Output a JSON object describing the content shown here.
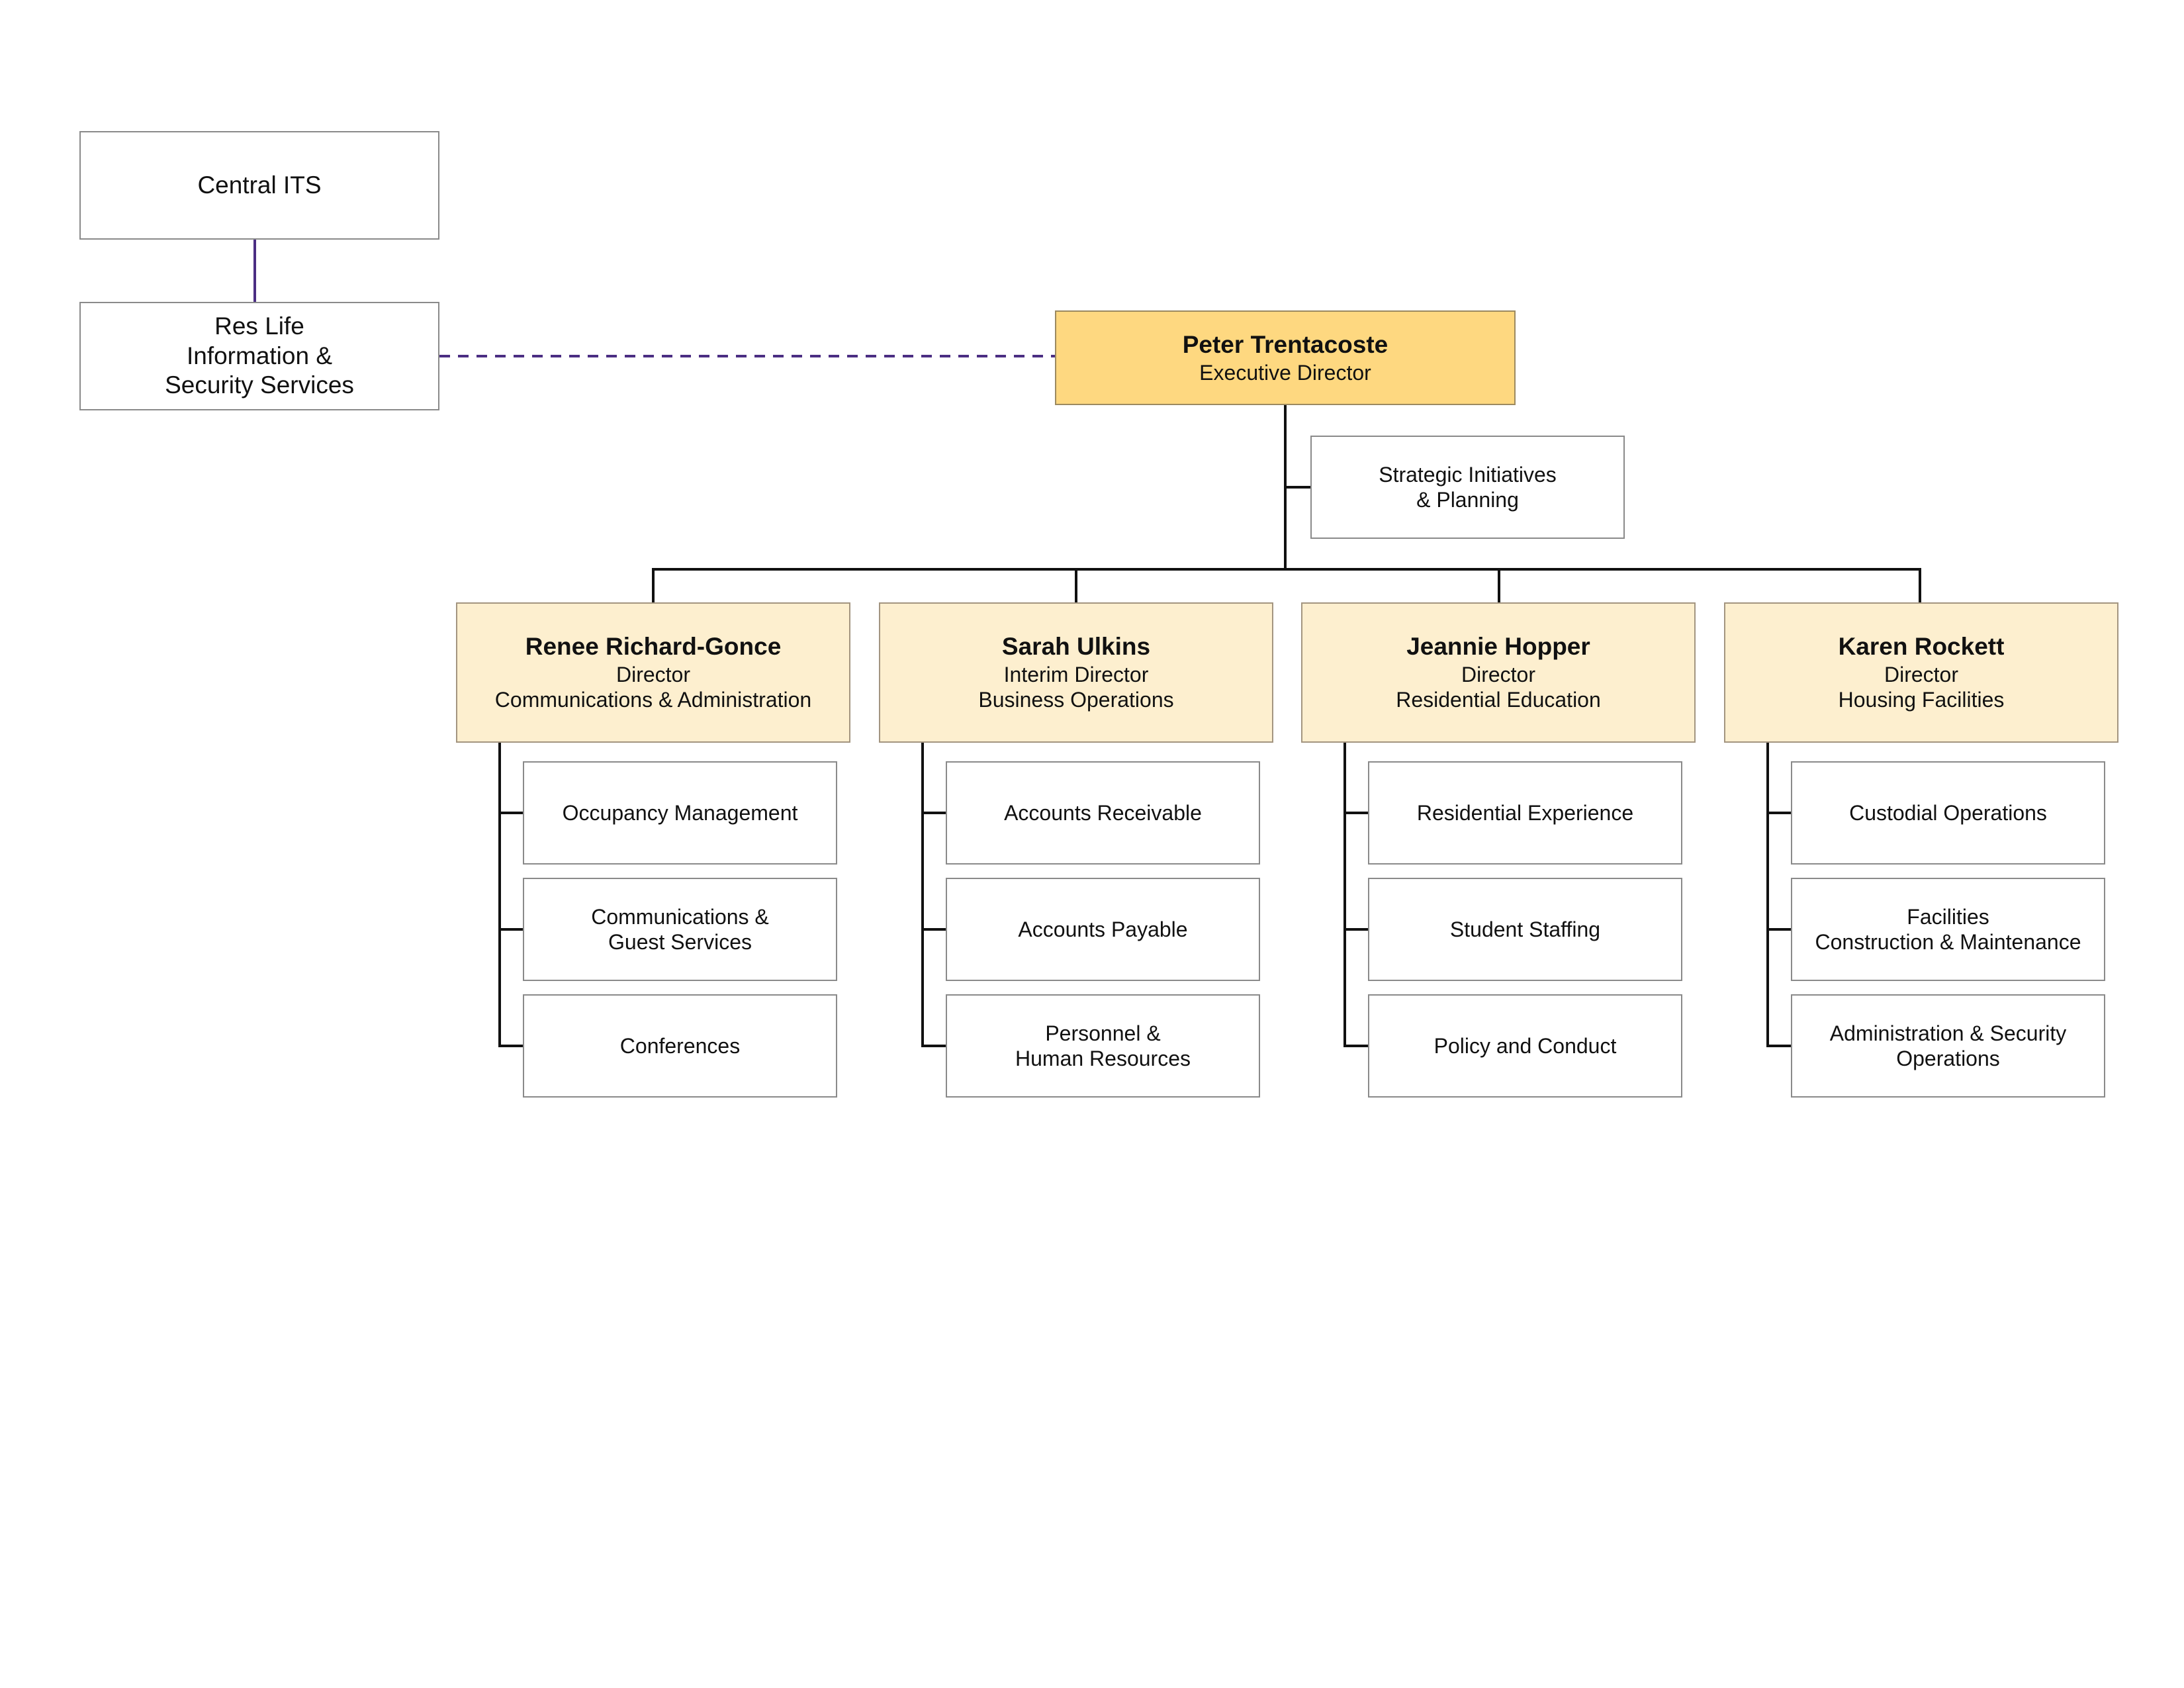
{
  "central_its": {
    "label": "Central ITS"
  },
  "res_life_its": {
    "line1": "Res Life",
    "line2": "Information &",
    "line3": "Security Services"
  },
  "executive": {
    "name": "Peter Trentacoste",
    "title": "Executive Director"
  },
  "strategic": {
    "line1": "Strategic Initiatives",
    "line2": "& Planning"
  },
  "directors": [
    {
      "name": "Renee Richard-Gonce",
      "title": "Director",
      "area": "Communications & Administration",
      "units": [
        {
          "line1": "Occupancy Management",
          "line2": ""
        },
        {
          "line1": "Communications &",
          "line2": "Guest Services"
        },
        {
          "line1": "Conferences",
          "line2": ""
        }
      ]
    },
    {
      "name": "Sarah Ulkins",
      "title": "Interim Director",
      "area": "Business Operations",
      "units": [
        {
          "line1": "Accounts Receivable",
          "line2": ""
        },
        {
          "line1": "Accounts Payable",
          "line2": ""
        },
        {
          "line1": "Personnel &",
          "line2": "Human Resources"
        }
      ]
    },
    {
      "name": "Jeannie Hopper",
      "title": "Director",
      "area": "Residential Education",
      "units": [
        {
          "line1": "Residential Experience",
          "line2": ""
        },
        {
          "line1": "Student Staffing",
          "line2": ""
        },
        {
          "line1": "Policy and Conduct",
          "line2": ""
        }
      ]
    },
    {
      "name": "Karen Rockett",
      "title": "Director",
      "area": "Housing Facilities",
      "units": [
        {
          "line1": "Custodial Operations",
          "line2": ""
        },
        {
          "line1": "Facilities",
          "line2": "Construction & Maintenance"
        },
        {
          "line1": "Administration & Security",
          "line2": "Operations"
        }
      ]
    }
  ],
  "colors": {
    "executive_fill": "#fed880",
    "director_fill": "#fdefcf",
    "dotted_line": "#4b2e83",
    "connector": "#111111"
  }
}
